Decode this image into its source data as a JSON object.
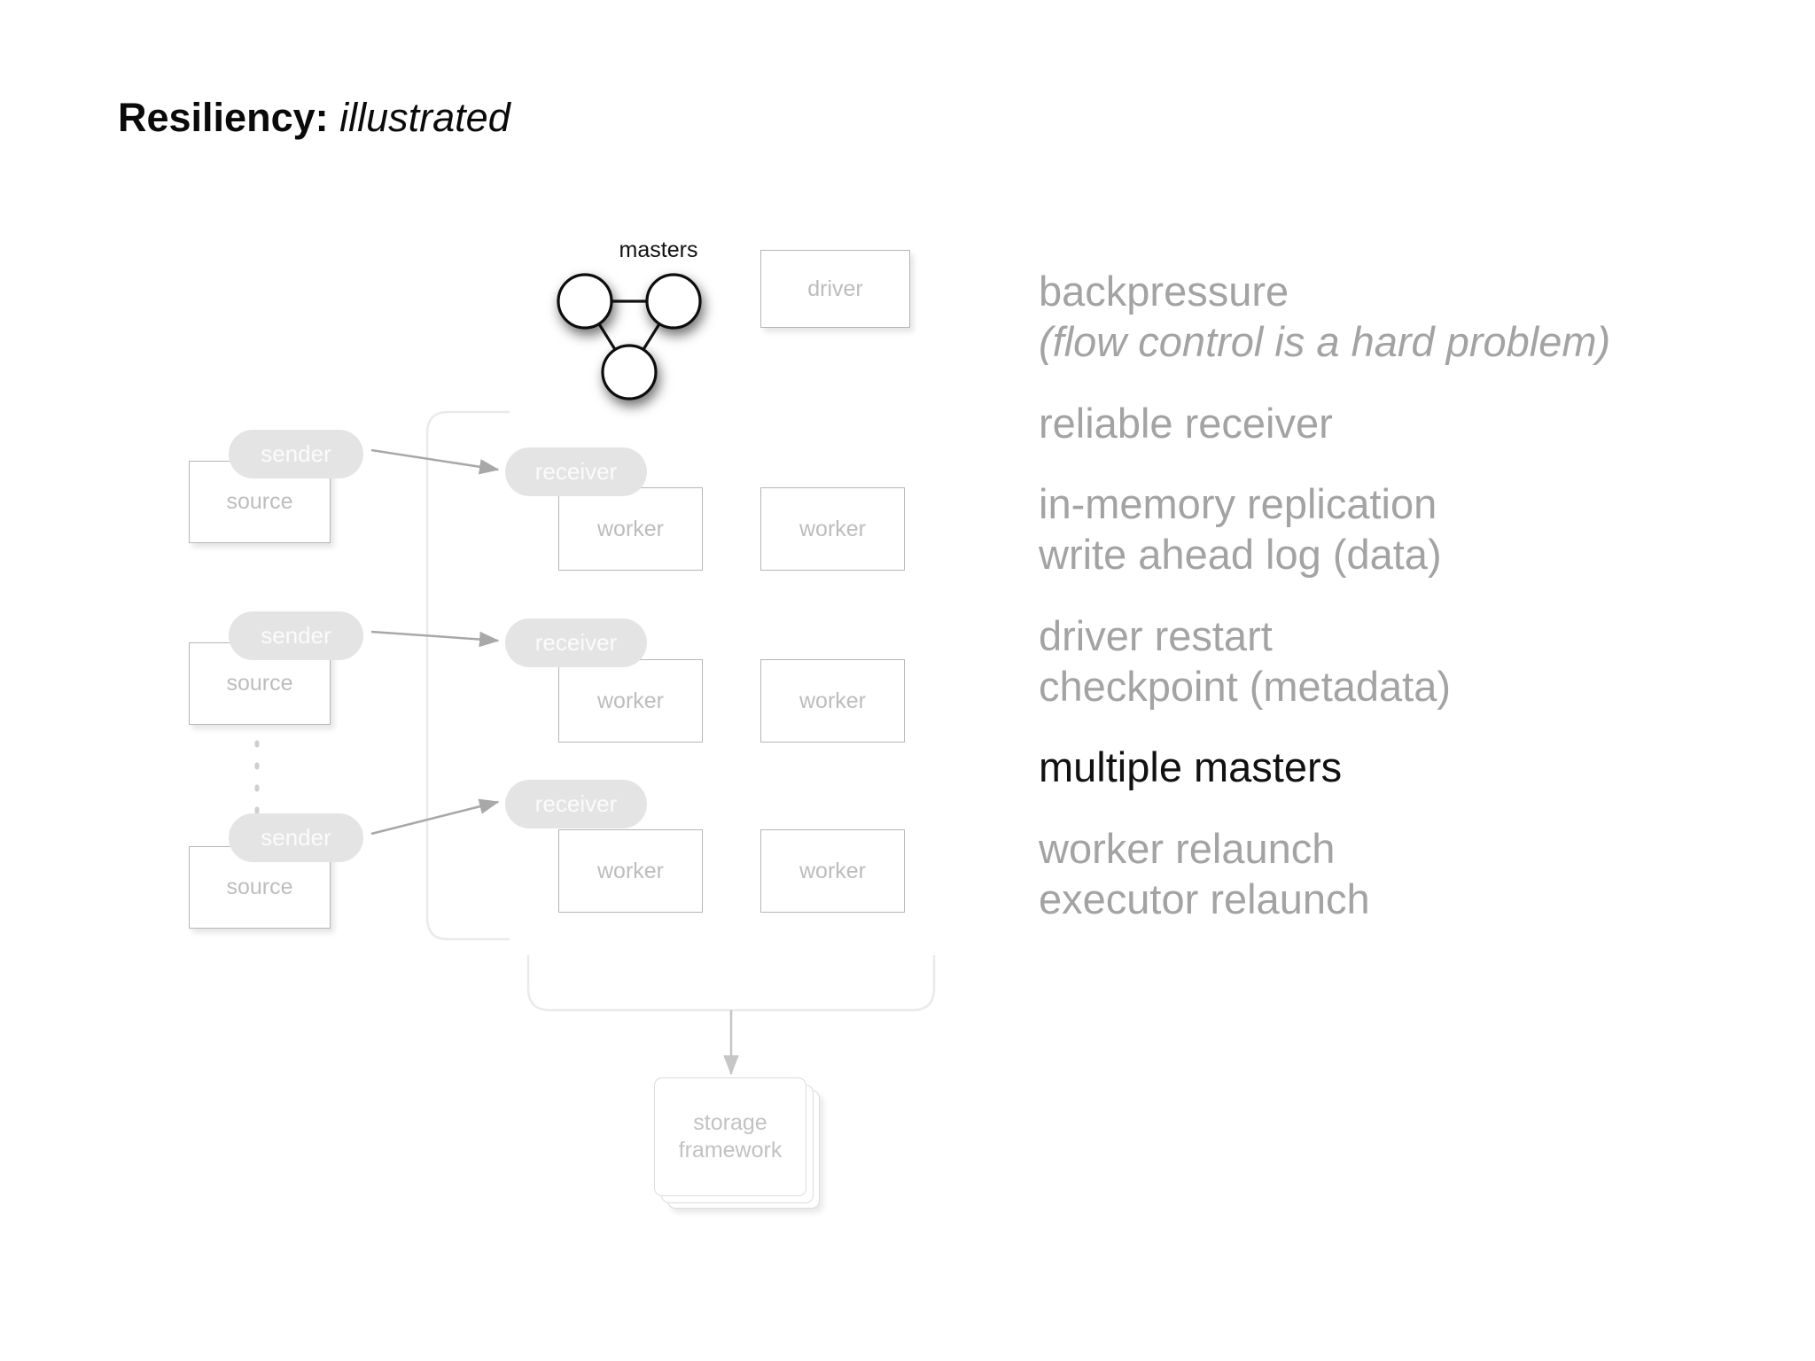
{
  "slide": {
    "title_bold": "Resiliency:",
    "title_italic": "illustrated",
    "background": "#ffffff"
  },
  "colors": {
    "box_border": "#b6b6b6",
    "box_text": "#bdbdbd",
    "pill_fill": "#e4e4e4",
    "pill_text": "#fbfbfb",
    "bullet_gray": "#a3a3a3",
    "bullet_highlight": "#111111",
    "arrow": "#a8a8a8",
    "bracket": "#e8e8e8"
  },
  "diagram": {
    "masters": {
      "label": "masters",
      "node_count": 3,
      "node_fill": "#ffffff",
      "node_stroke": "#000000"
    },
    "driver": {
      "label": "driver"
    },
    "sources": [
      {
        "label": "source"
      },
      {
        "label": "source"
      },
      {
        "label": "source"
      }
    ],
    "senders": [
      {
        "label": "sender"
      },
      {
        "label": "sender"
      },
      {
        "label": "sender"
      }
    ],
    "receivers": [
      {
        "label": "receiver"
      },
      {
        "label": "receiver"
      },
      {
        "label": "receiver"
      }
    ],
    "workers": [
      {
        "label": "worker"
      },
      {
        "label": "worker"
      },
      {
        "label": "worker"
      },
      {
        "label": "worker"
      },
      {
        "label": "worker"
      },
      {
        "label": "worker"
      }
    ],
    "storage": {
      "line1": "storage",
      "line2": "framework",
      "card_count": 3
    },
    "ellipsis_between_sources": "vertical dotted line"
  },
  "bullets": [
    {
      "lines": [
        {
          "text": "backpressure",
          "style": "normal",
          "highlight": false
        },
        {
          "text": "(flow control is a hard problem)",
          "style": "italic",
          "highlight": false
        }
      ]
    },
    {
      "lines": [
        {
          "text": "reliable receiver",
          "style": "normal",
          "highlight": false
        }
      ]
    },
    {
      "lines": [
        {
          "text": "in-memory replication",
          "style": "normal",
          "highlight": false
        },
        {
          "text": "write ahead log (data)",
          "style": "normal",
          "highlight": false
        }
      ]
    },
    {
      "lines": [
        {
          "text": "driver restart",
          "style": "normal",
          "highlight": false
        },
        {
          "text": "checkpoint (metadata)",
          "style": "normal",
          "highlight": false
        }
      ]
    },
    {
      "lines": [
        {
          "text": "multiple masters",
          "style": "normal",
          "highlight": true
        }
      ]
    },
    {
      "lines": [
        {
          "text": "worker relaunch",
          "style": "normal",
          "highlight": false
        },
        {
          "text": "executor relaunch",
          "style": "normal",
          "highlight": false
        }
      ]
    }
  ]
}
